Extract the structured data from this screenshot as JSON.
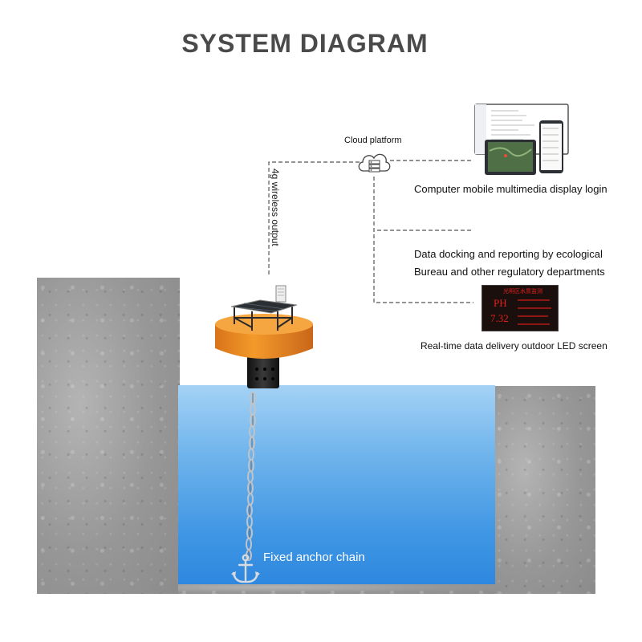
{
  "title": "SYSTEM DIAGRAM",
  "cloud": {
    "label": "Cloud platform",
    "icon": "cloud-server-icon"
  },
  "link_label": "4g wireless output",
  "outputs": [
    {
      "label": "Computer mobile multimedia display login"
    },
    {
      "label_line1": "Data docking and reporting by ecological",
      "label_line2": "Bureau and other regulatory departments"
    },
    {
      "label": "Real-time data delivery outdoor LED screen"
    }
  ],
  "led": {
    "line1": "光明区水质监测",
    "ph_label": "PH",
    "ph_value": "7.32"
  },
  "anchor_label": "Fixed anchor chain",
  "colors": {
    "buoy": "#ef8c1f",
    "water": "#3f96e4",
    "concrete": "#9c9c9c",
    "led_text": "#e0201a"
  }
}
